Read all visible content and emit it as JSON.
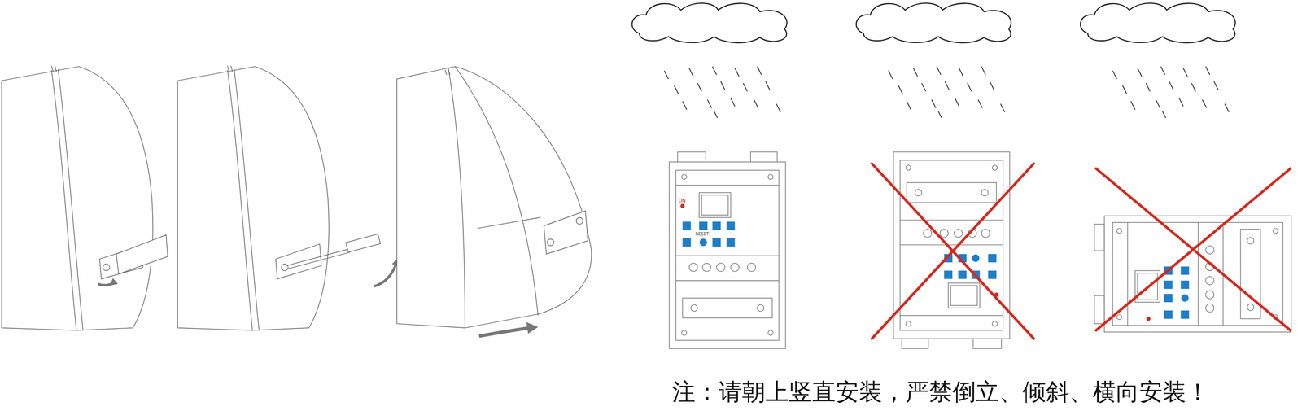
{
  "diagram": {
    "labels": [
      "ON",
      "RESET",
      "注：请朝上竖直安装，严禁倒立、倾斜、横向安装！"
    ]
  }
}
